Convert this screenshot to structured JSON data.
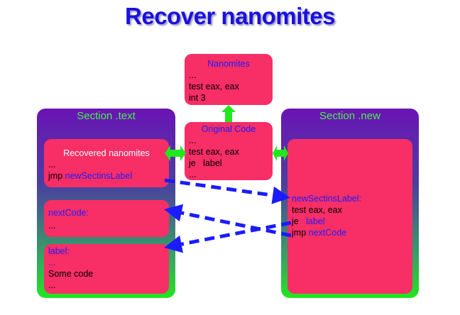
{
  "title": "Recover nanomites",
  "nanomites_box": {
    "heading": "Nanomites",
    "lines": [
      "...",
      "test eax, eax",
      "int 3"
    ]
  },
  "original_code_box": {
    "heading": "Original Code",
    "lines": [
      "...",
      "test eax, eax",
      "je   label",
      "..."
    ]
  },
  "section_text": {
    "title": "Section .text",
    "recovered_box": {
      "heading": "Recovered nanomites",
      "line1": "...",
      "jmp_text": "jmp ",
      "jmp_target": "newSectinsLabel"
    },
    "nextcode_box": {
      "label": "nextCode:",
      "line1": "..."
    },
    "label_box": {
      "label": "label:",
      "line1": "...",
      "line2": "Some code",
      "line3": "..."
    }
  },
  "section_new": {
    "title": "Section .new",
    "box": {
      "label": "newSectinsLabel:",
      "line1": "test eax, eax",
      "je_text": "je   ",
      "je_target": "label",
      "jmp_text": "jmp ",
      "jmp_target": "nextCode"
    }
  },
  "colors": {
    "box_fill": "#f82e66",
    "title_blue": "#1a10e0",
    "arrow_green": "#22e61e",
    "arrow_blue": "#1b1bff",
    "section_top": "#6a14b4",
    "section_bottom": "#22e61e"
  }
}
